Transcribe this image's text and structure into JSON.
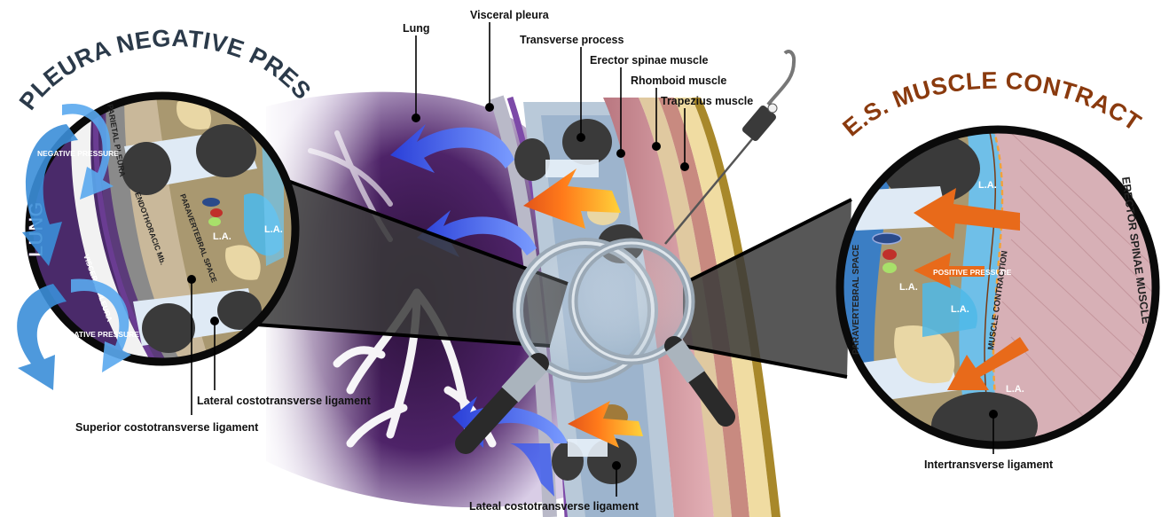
{
  "titles": {
    "left": "PLEURA NEGATIVE PRESSURE",
    "right": "E.S. MUSCLE CONTRACTION"
  },
  "labels": {
    "lung": "Lung",
    "visceral_pleura": "Visceral pleura",
    "transverse_process": "Transverse process",
    "erector_spinae_muscle": "Erector spinae muscle",
    "rhomboid_muscle": "Rhomboid muscle",
    "trapezius_muscle": "Trapezius muscle",
    "lateral_costotransverse_ligament": "Lateral costotransverse ligament",
    "superior_costotransverse_ligament": "Superior costotransverse ligament",
    "lateal_costotransverse_ligament": "Lateal costotransverse ligament",
    "intertransverse_ligament": "Intertransverse ligament"
  },
  "left_inset": {
    "lung": "LUNG",
    "negative_pressure": "NEGATIVE PRESSURE",
    "parietal_pleura": "PARIETAL PLEURA",
    "visceral_pleura": "VISCERAL PLEURA",
    "endothoracic_mb": "ENDOTHORACIC Mb.",
    "paravertebral_space": "PARAVERTEBRAL SPACE",
    "la": "L.A."
  },
  "right_inset": {
    "la": "L.A.",
    "positive_pressure": "POSITIVE PRESSURE",
    "paravertebral_space": "PARAVERTEBRAL SPACE",
    "muscle_contraction": "MUSCLE CONTRACTION",
    "erector_spinae_muscle": "ERECTOR SPINAE MUSCLE"
  },
  "colors": {
    "lung_purple": "#5b2a7a",
    "pleura_purple": "#7d4aa8",
    "blue_arrow": "#2a4fe0",
    "orange_arrow": "#ff7a1a",
    "muscle_pink": "#c8848c",
    "fat_yellow": "#f2d27a",
    "bone_dark": "#3a3a3a",
    "local_anesthetic_blue": "#4fb8e8"
  },
  "icons": [
    "magnifier-icon",
    "needle-icon",
    "blue-curved-arrow-icon",
    "orange-arrow-icon"
  ]
}
